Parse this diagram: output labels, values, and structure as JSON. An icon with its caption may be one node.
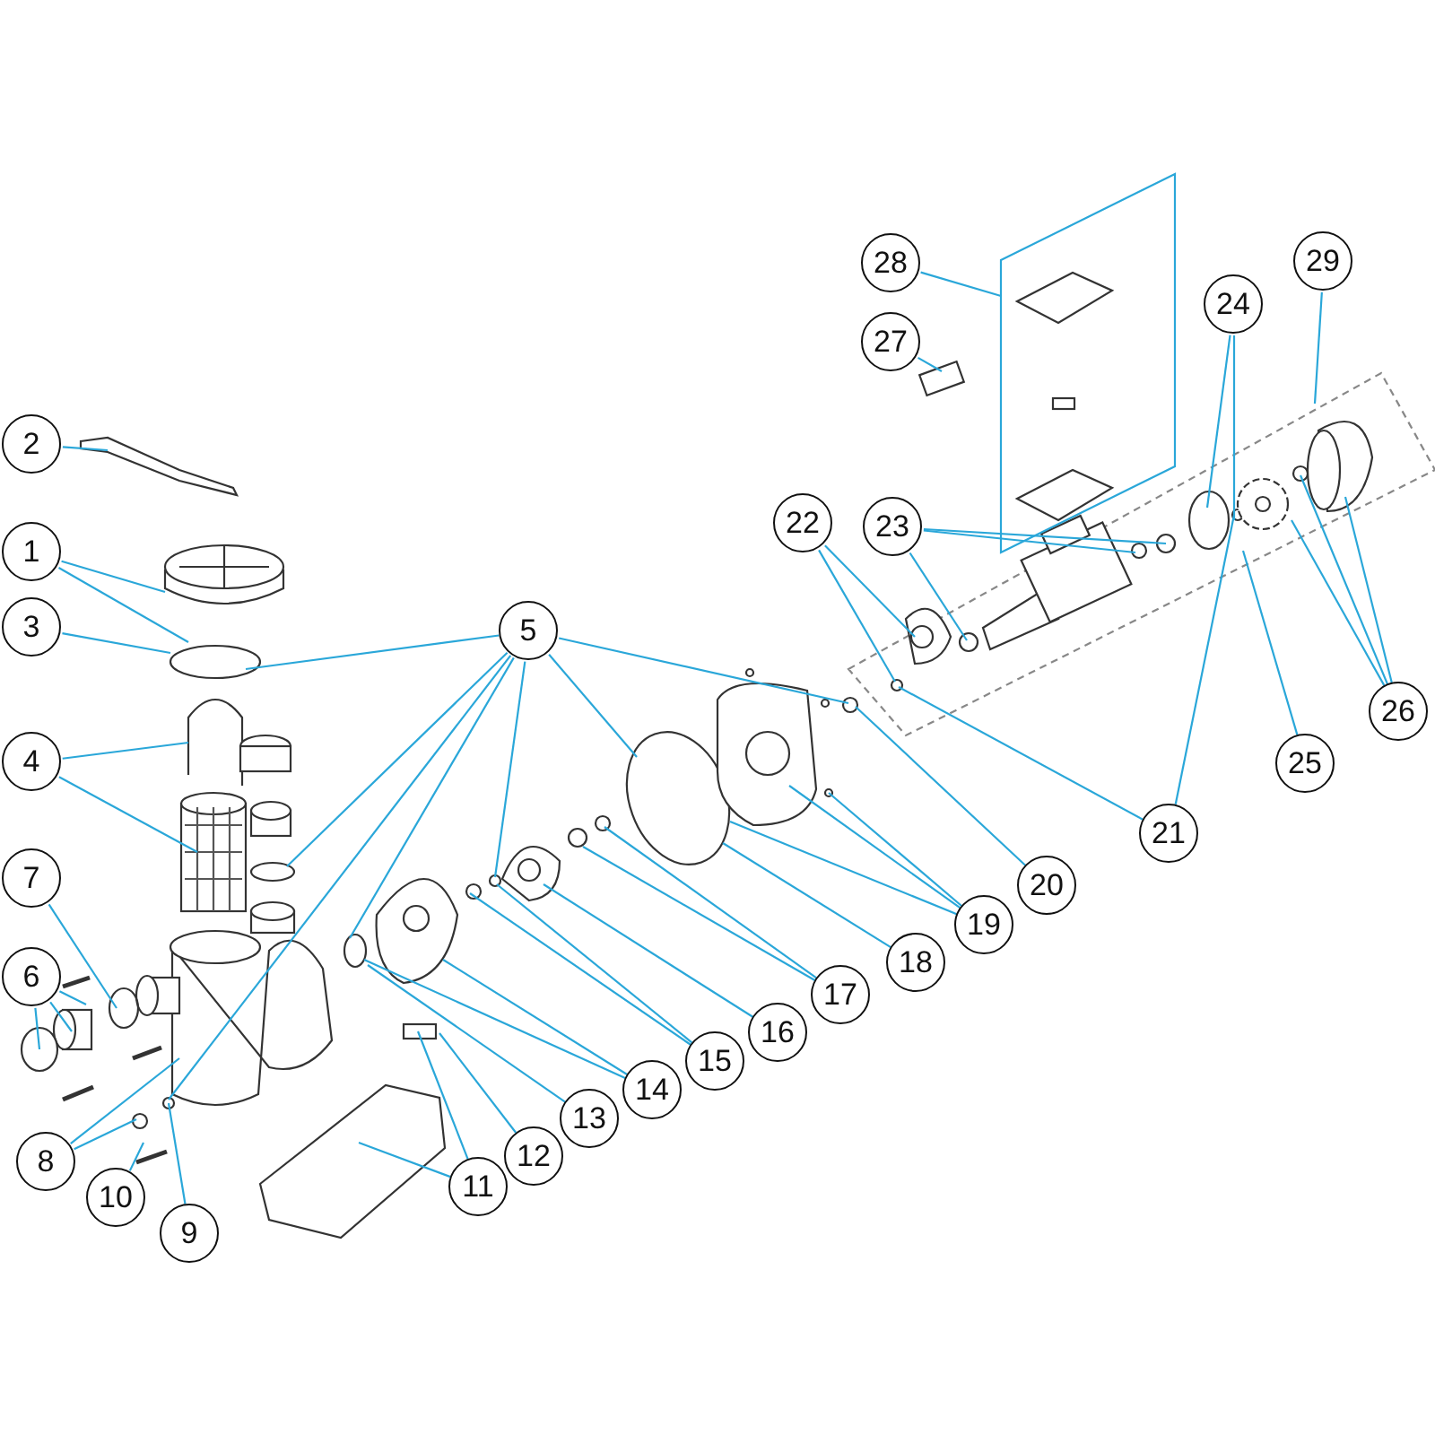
{
  "diagram": {
    "nodes": [
      {
        "text": [
          "1"
        ]
      },
      {
        "text": [
          "2"
        ]
      },
      {
        "text": [
          "3"
        ]
      },
      {
        "text": [
          "4"
        ]
      },
      {
        "text": [
          "5"
        ]
      },
      {
        "text": [
          "6"
        ]
      },
      {
        "text": [
          "7"
        ]
      },
      {
        "text": [
          "8"
        ]
      },
      {
        "text": [
          "9"
        ]
      },
      {
        "text": [
          "10"
        ]
      },
      {
        "text": [
          "11"
        ]
      },
      {
        "text": [
          "12"
        ]
      },
      {
        "text": [
          "13"
        ]
      },
      {
        "text": [
          "14"
        ]
      },
      {
        "text": [
          "15"
        ]
      },
      {
        "text": [
          "16"
        ]
      },
      {
        "text": [
          "17"
        ]
      },
      {
        "text": [
          "18"
        ]
      },
      {
        "text": [
          "19"
        ]
      },
      {
        "text": [
          "20"
        ]
      },
      {
        "text": [
          "21"
        ]
      },
      {
        "text": [
          "22"
        ]
      },
      {
        "text": [
          "23"
        ]
      },
      {
        "text": [
          "24"
        ]
      },
      {
        "text": [
          "25"
        ]
      },
      {
        "text": [
          "26"
        ]
      },
      {
        "text": [
          "27"
        ]
      },
      {
        "text": [
          "28"
        ]
      },
      {
        "text": [
          "29"
        ]
      }
    ],
    "edges": [
      {
        "from": 0,
        "to": null,
        "arrow": "none"
      },
      {
        "from": 0,
        "to": null,
        "arrow": "none"
      },
      {
        "from": 1,
        "to": null,
        "arrow": "none"
      },
      {
        "from": 2,
        "to": null,
        "arrow": "none"
      },
      {
        "from": 3,
        "to": null,
        "arrow": "none"
      },
      {
        "from": 3,
        "to": null,
        "arrow": "none"
      },
      {
        "from": 4,
        "to": null,
        "arrow": "none"
      },
      {
        "from": 4,
        "to": null,
        "arrow": "none"
      },
      {
        "from": 4,
        "to": null,
        "arrow": "none"
      },
      {
        "from": 4,
        "to": null,
        "arrow": "none"
      },
      {
        "from": 4,
        "to": null,
        "arrow": "none"
      },
      {
        "from": 4,
        "to": null,
        "arrow": "none"
      },
      {
        "from": 4,
        "to": null,
        "arrow": "none"
      },
      {
        "from": 5,
        "to": null,
        "arrow": "none"
      },
      {
        "from": 5,
        "to": null,
        "arrow": "none"
      },
      {
        "from": 5,
        "to": null,
        "arrow": "none"
      },
      {
        "from": 6,
        "to": null,
        "arrow": "none"
      },
      {
        "from": 7,
        "to": null,
        "arrow": "none"
      },
      {
        "from": 7,
        "to": null,
        "arrow": "none"
      },
      {
        "from": 8,
        "to": null,
        "arrow": "none"
      },
      {
        "from": 9,
        "to": null,
        "arrow": "none"
      },
      {
        "from": 10,
        "to": null,
        "arrow": "none"
      },
      {
        "from": 10,
        "to": null,
        "arrow": "none"
      },
      {
        "from": 11,
        "to": null,
        "arrow": "none"
      },
      {
        "from": 12,
        "to": null,
        "arrow": "none"
      },
      {
        "from": 13,
        "to": null,
        "arrow": "none"
      },
      {
        "from": 13,
        "to": null,
        "arrow": "none"
      },
      {
        "from": 14,
        "to": null,
        "arrow": "none"
      },
      {
        "from": 14,
        "to": null,
        "arrow": "none"
      },
      {
        "from": 15,
        "to": null,
        "arrow": "none"
      },
      {
        "from": 16,
        "to": null,
        "arrow": "none"
      },
      {
        "from": 16,
        "to": null,
        "arrow": "none"
      },
      {
        "from": 17,
        "to": null,
        "arrow": "none"
      },
      {
        "from": 18,
        "to": null,
        "arrow": "none"
      },
      {
        "from": 18,
        "to": null,
        "arrow": "none"
      },
      {
        "from": 18,
        "to": null,
        "arrow": "none"
      },
      {
        "from": 19,
        "to": null,
        "arrow": "none"
      },
      {
        "from": 20,
        "to": null,
        "arrow": "none"
      },
      {
        "from": 20,
        "to": null,
        "arrow": "none"
      },
      {
        "from": 21,
        "to": null,
        "arrow": "none"
      },
      {
        "from": 21,
        "to": null,
        "arrow": "none"
      },
      {
        "from": 22,
        "to": null,
        "arrow": "none"
      },
      {
        "from": 22,
        "to": null,
        "arrow": "none"
      },
      {
        "from": 22,
        "to": null,
        "arrow": "none"
      },
      {
        "from": 23,
        "to": null,
        "arrow": "none"
      },
      {
        "from": 23,
        "to": null,
        "arrow": "none"
      },
      {
        "from": 24,
        "to": null,
        "arrow": "none"
      },
      {
        "from": 25,
        "to": null,
        "arrow": "none"
      },
      {
        "from": 25,
        "to": null,
        "arrow": "none"
      },
      {
        "from": 25,
        "to": null,
        "arrow": "none"
      },
      {
        "from": 26,
        "to": null,
        "arrow": "none"
      },
      {
        "from": 27,
        "to": null,
        "arrow": "none"
      },
      {
        "from": 28,
        "to": null,
        "arrow": "none"
      }
    ]
  }
}
